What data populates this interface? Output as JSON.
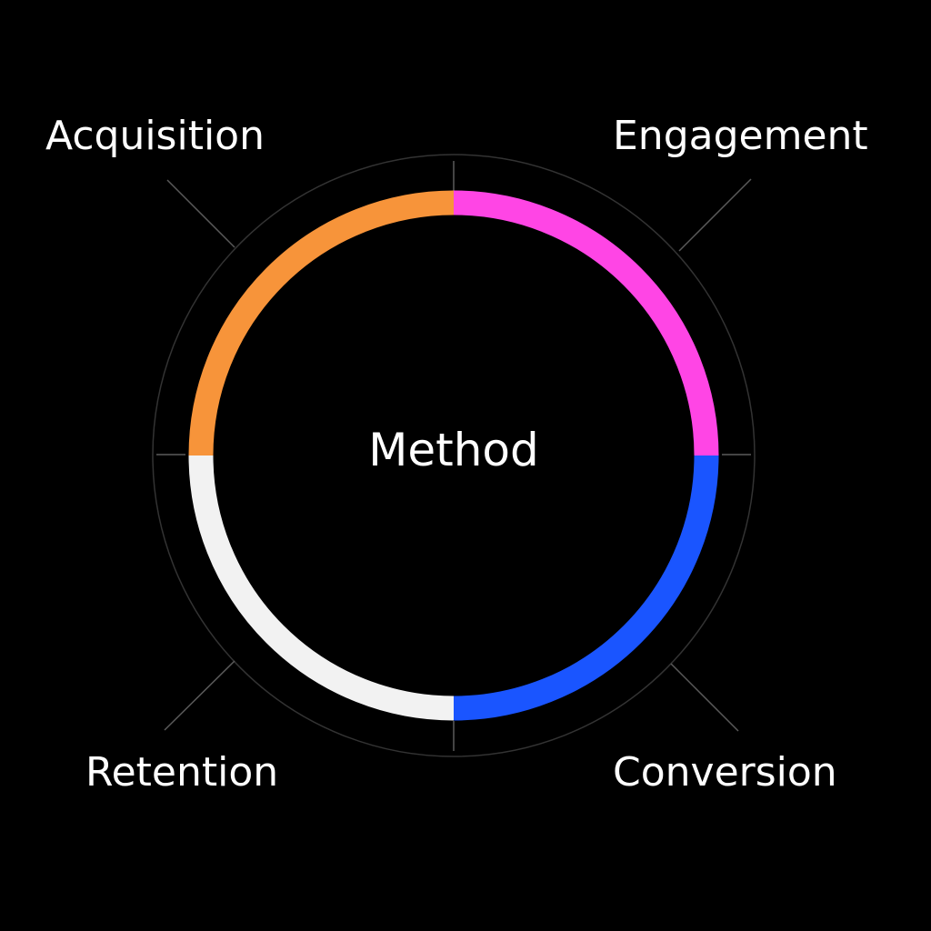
{
  "diagram": {
    "center_label": "Method",
    "segments": [
      {
        "label": "Engagement",
        "color": "#FF45E5"
      },
      {
        "label": "Conversion",
        "color": "#1A55FF"
      },
      {
        "label": "Retention",
        "color": "#F2F2F2"
      },
      {
        "label": "Acquisition",
        "color": "#F7943A"
      }
    ],
    "ring_color": "#333333",
    "connector_color": "#5a5a5a"
  }
}
